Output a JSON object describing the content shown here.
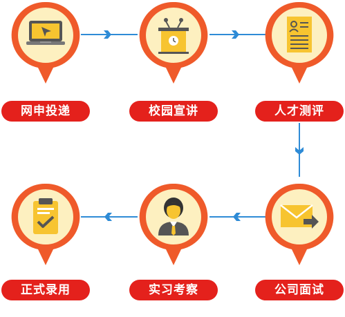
{
  "colors": {
    "ring": "#ef5a2a",
    "circle_fill": "#fdf0c0",
    "label_bg": "#e4211c",
    "label_text": "#ffffff",
    "connector": "#2e8bd6",
    "icon_yellow": "#f7c430",
    "icon_dark": "#555555"
  },
  "steps": [
    {
      "label": "网申投递",
      "icon": "laptop-icon"
    },
    {
      "label": "校园宣讲",
      "icon": "podium-icon"
    },
    {
      "label": "人才测评",
      "icon": "document-icon"
    },
    {
      "label": "公司面试",
      "icon": "envelope-arrow-icon"
    },
    {
      "label": "实习考察",
      "icon": "person-icon"
    },
    {
      "label": "正式录用",
      "icon": "clipboard-check-icon"
    }
  ]
}
